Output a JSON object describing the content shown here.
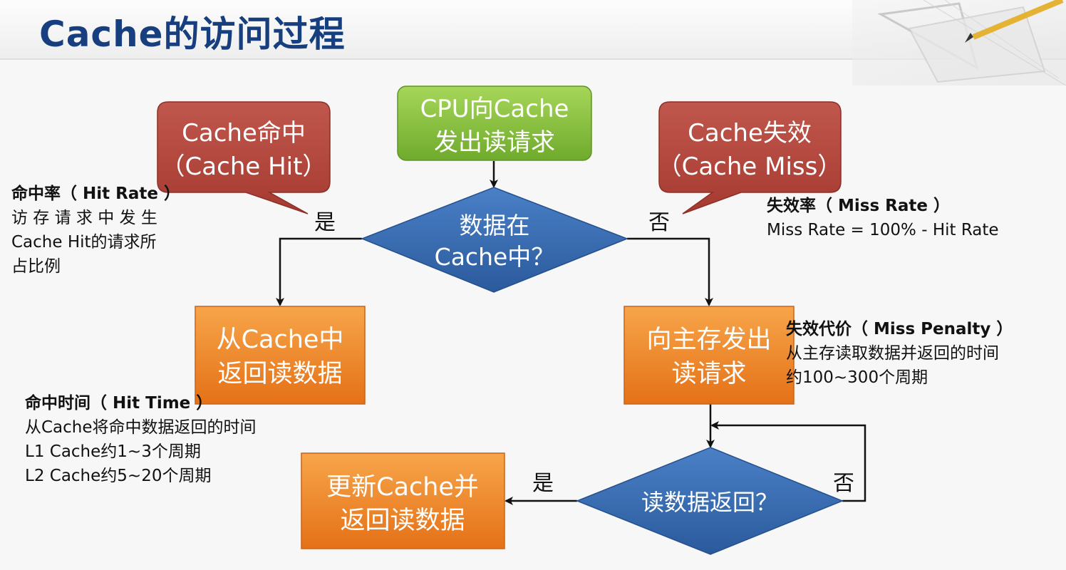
{
  "slide": {
    "title": "Cache的访问过程"
  },
  "nodes": {
    "start": [
      "CPU向Cache",
      "发出读请求"
    ],
    "decision_in_cache": [
      "数据在",
      "Cache中？"
    ],
    "read_from_cache": [
      "从Cache中",
      "返回读数据"
    ],
    "request_memory": [
      "向主存发出",
      "读请求"
    ],
    "decision_returned": [
      "读数据返回？"
    ],
    "update_cache": [
      "更新Cache并",
      "返回读数据"
    ]
  },
  "callouts": {
    "hit": [
      "Cache命中",
      "（Cache Hit）"
    ],
    "miss": [
      "Cache失效",
      "（Cache Miss）"
    ]
  },
  "edge_labels": {
    "yes_1": "是",
    "no_1": "否",
    "yes_2": "是",
    "no_2": "否"
  },
  "notes": {
    "hit_rate": {
      "heading": "命中率（ Hit Rate ）",
      "lines": [
        "访 存 请 求 中 发 生",
        "Cache  Hit的请求所",
        "占比例"
      ]
    },
    "miss_rate": {
      "heading": "失效率（ Miss Rate ）",
      "lines": [
        "Miss Rate = 100% - Hit Rate"
      ]
    },
    "miss_penalty": {
      "heading": "失效代价（ Miss Penalty ）",
      "lines": [
        "从主存读取数据并返回的时间",
        "约100~300个周期"
      ]
    },
    "hit_time": {
      "heading": "命中时间（ Hit Time ）",
      "lines": [
        "从Cache将命中数据返回的时间",
        "L1 Cache约1~3个周期",
        "L2 Cache约5~20个周期"
      ]
    }
  },
  "colors": {
    "title": "#173f7f",
    "start_box": "#8cc63f",
    "decision": "#3b6fb6",
    "process_box": "#f0892a",
    "callout": "#b5463c",
    "arrow": "#111111"
  }
}
